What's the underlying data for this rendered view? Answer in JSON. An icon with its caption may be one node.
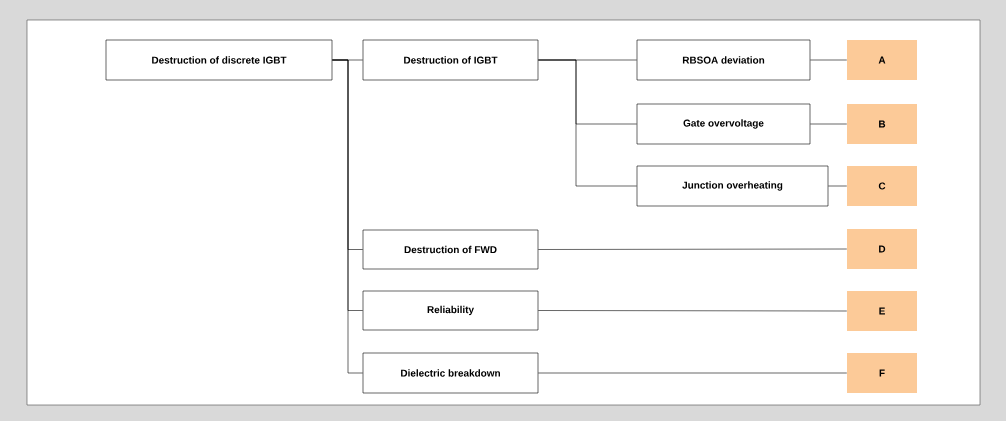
{
  "diagram": {
    "nodes": [
      {
        "text": [
          "Destruction of discrete IGBT"
        ]
      },
      {
        "text": [
          "Destruction of IGBT"
        ]
      },
      {
        "text": [
          "RBSOA deviation"
        ]
      },
      {
        "text": [
          "Gate overvoltage"
        ]
      },
      {
        "text": [
          "Junction overheating"
        ]
      },
      {
        "text": [
          "Destruction of FWD"
        ]
      },
      {
        "text": [
          "Reliability"
        ]
      },
      {
        "text": [
          "Dielectric breakdown"
        ]
      },
      {
        "text": [
          "A"
        ]
      },
      {
        "text": [
          "B"
        ]
      },
      {
        "text": [
          "C"
        ]
      },
      {
        "text": [
          "D"
        ]
      },
      {
        "text": [
          "E"
        ]
      },
      {
        "text": [
          "F"
        ]
      }
    ],
    "edges": [
      {
        "from": 0,
        "to": 1,
        "arrow": "none"
      },
      {
        "from": 0,
        "to": 5,
        "arrow": "none"
      },
      {
        "from": 0,
        "to": 6,
        "arrow": "none"
      },
      {
        "from": 0,
        "to": 7,
        "arrow": "none"
      },
      {
        "from": 1,
        "to": 2,
        "arrow": "none"
      },
      {
        "from": 1,
        "to": 3,
        "arrow": "none"
      },
      {
        "from": 1,
        "to": 4,
        "arrow": "none"
      },
      {
        "from": 2,
        "to": 8,
        "arrow": "none"
      },
      {
        "from": 3,
        "to": 9,
        "arrow": "none"
      },
      {
        "from": 4,
        "to": 10,
        "arrow": "none"
      },
      {
        "from": 5,
        "to": 11,
        "arrow": "none"
      },
      {
        "from": 6,
        "to": 12,
        "arrow": "none"
      },
      {
        "from": 7,
        "to": 13,
        "arrow": "none"
      }
    ]
  }
}
